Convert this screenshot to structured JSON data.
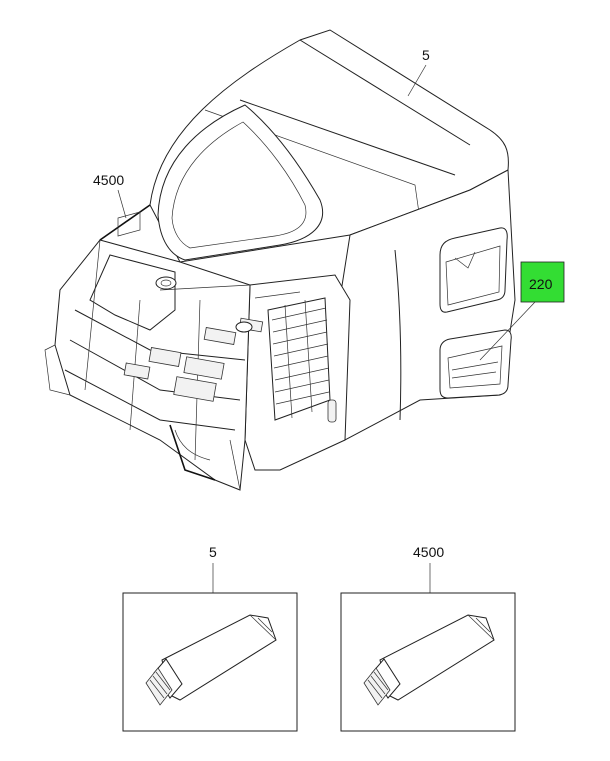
{
  "callouts": {
    "part_5": "5",
    "part_4500": "4500",
    "part_220": "220",
    "tube_5": "5",
    "tube_4500": "4500"
  },
  "colors": {
    "highlight": "#33dd33",
    "line": "#222222",
    "background": "#ffffff"
  }
}
